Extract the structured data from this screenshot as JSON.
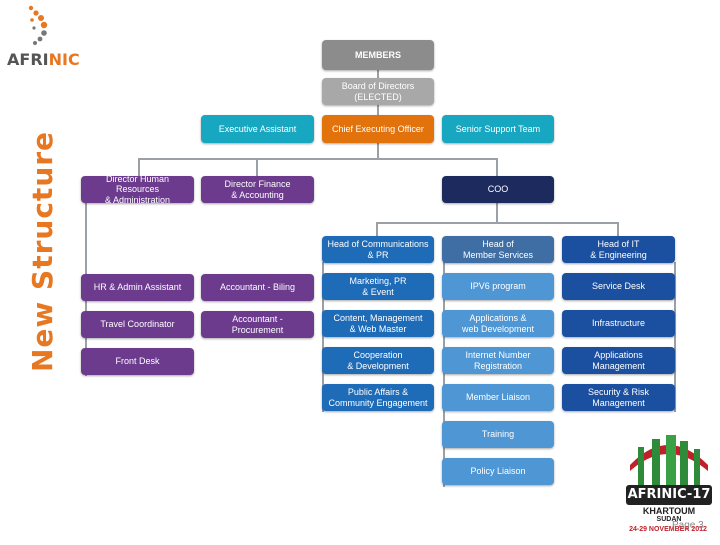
{
  "logo": {
    "prefix": "AFRI",
    "suffix": "NIC"
  },
  "side_title": "New Structure",
  "page_label": "Page 3",
  "event_badge": {
    "name": "AFRINIC-17",
    "city": "KHARTOUM",
    "country": "SUDAN",
    "dates": "24-29 NOVEMBER 2012"
  },
  "colors": {
    "gray": "#8c8c8c",
    "light_gray": "#a8a8a8",
    "teal": "#17a7c0",
    "orange": "#e2720b",
    "purple": "#6c3b8e",
    "navy": "#1c2a5e",
    "steel_blue": "#3f6ea5",
    "blue": "#1e6bb8",
    "light_blue": "#4e96d4",
    "royal_blue": "#1b4fa0"
  },
  "org": {
    "members": "MEMBERS",
    "board": "Board of Directors\n(ELECTED)",
    "executive_assistant": "Executive Assistant",
    "ceo": "Chief Executing Officer",
    "senior_support": "Senior Support Team",
    "director_hr": "Director Human Resources\n& Administration",
    "director_finance": "Director Finance\n& Accounting",
    "coo": "COO",
    "hr_admin_assistant": "HR & Admin Assistant",
    "travel_coordinator": "Travel Coordinator",
    "front_desk": "Front Desk",
    "accountant_billing": "Accountant - Biling",
    "accountant_procurement": "Accountant -\nProcurement",
    "head_communications": "Head of Communications\n& PR",
    "marketing": "Marketing, PR\n& Event",
    "content_management": "Content, Management\n& Web Master",
    "cooperation": "Cooperation\n& Development",
    "public_affairs": "Public Affairs &\nCommunity Engagement",
    "head_member_services": "Head of\nMember Services",
    "ipv6_program": "IPV6 program",
    "applications_web": "Applications &\nweb Development",
    "internet_number": "Internet Number\nRegistration",
    "member_liaison": "Member Liaison",
    "training": "Training",
    "policy_liaison": "Policy Liaison",
    "head_it": "Head of IT\n& Engineering",
    "service_desk": "Service Desk",
    "infrastructure": "Infrastructure",
    "applications_management": "Applications\nManagement",
    "security_risk": "Security & Risk\nManagement"
  }
}
